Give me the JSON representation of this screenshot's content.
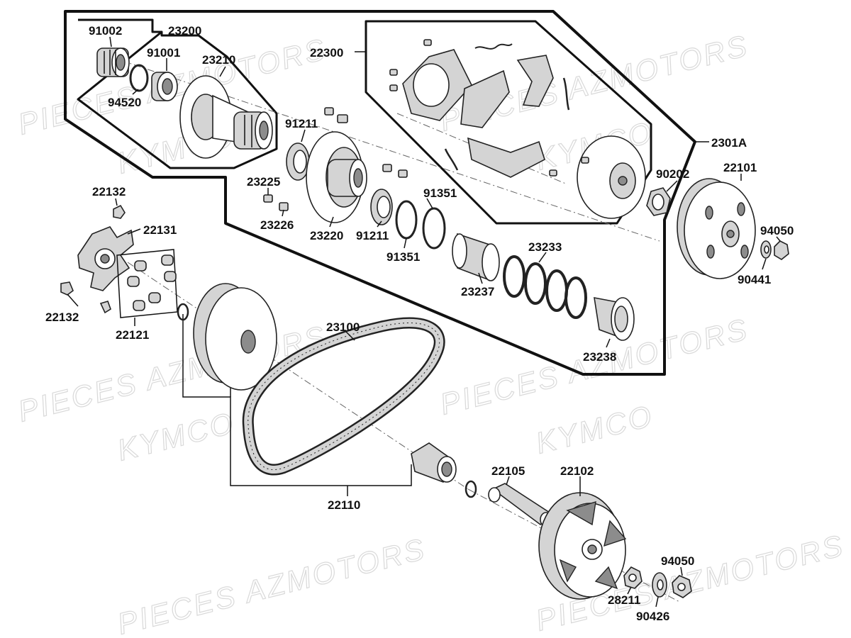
{
  "watermark": {
    "line1": "PIECES AZMOTORS",
    "line2": "KYMCO"
  },
  "parts": {
    "p91002": "91002",
    "p23200": "23200",
    "p91001": "91001",
    "p23210": "23210",
    "p94520": "94520",
    "p22300": "22300",
    "p91211a": "91211",
    "p91211b": "91211",
    "p2301A": "2301A",
    "p90202": "90202",
    "p22101": "22101",
    "p23225": "23225",
    "p23226": "23226",
    "p23220": "23220",
    "p91351a": "91351",
    "p91351b": "91351",
    "p94050a": "94050",
    "p90441": "90441",
    "p23233": "23233",
    "p23237": "23237",
    "p23238": "23238",
    "p22132a": "22132",
    "p22131": "22131",
    "p22132b": "22132",
    "p22121": "22121",
    "p23100": "23100",
    "p22110": "22110",
    "p22105": "22105",
    "p22102": "22102",
    "p94050b": "94050",
    "p28211": "28211",
    "p90426": "90426"
  }
}
